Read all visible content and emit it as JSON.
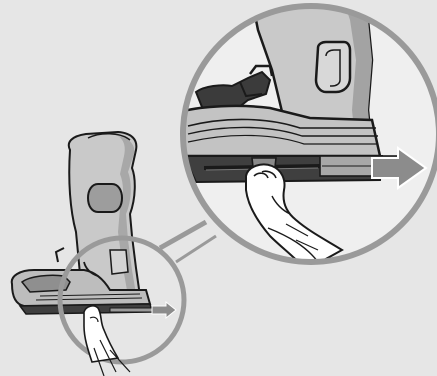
{
  "figure": {
    "background": "#e6e6e6",
    "outline": "#1a1a1a",
    "seat_fill": "#c9c9c9",
    "seat_shade": "#9d9d9d",
    "base_dark": "#3f3f3f",
    "arrow_fill": "#8c8c8c",
    "zoom_ring": "#9a9a9a",
    "zoom_fill": "#efefef",
    "icons": [
      "car-seat",
      "pull-arrow",
      "hand",
      "magnifier-callout"
    ]
  }
}
